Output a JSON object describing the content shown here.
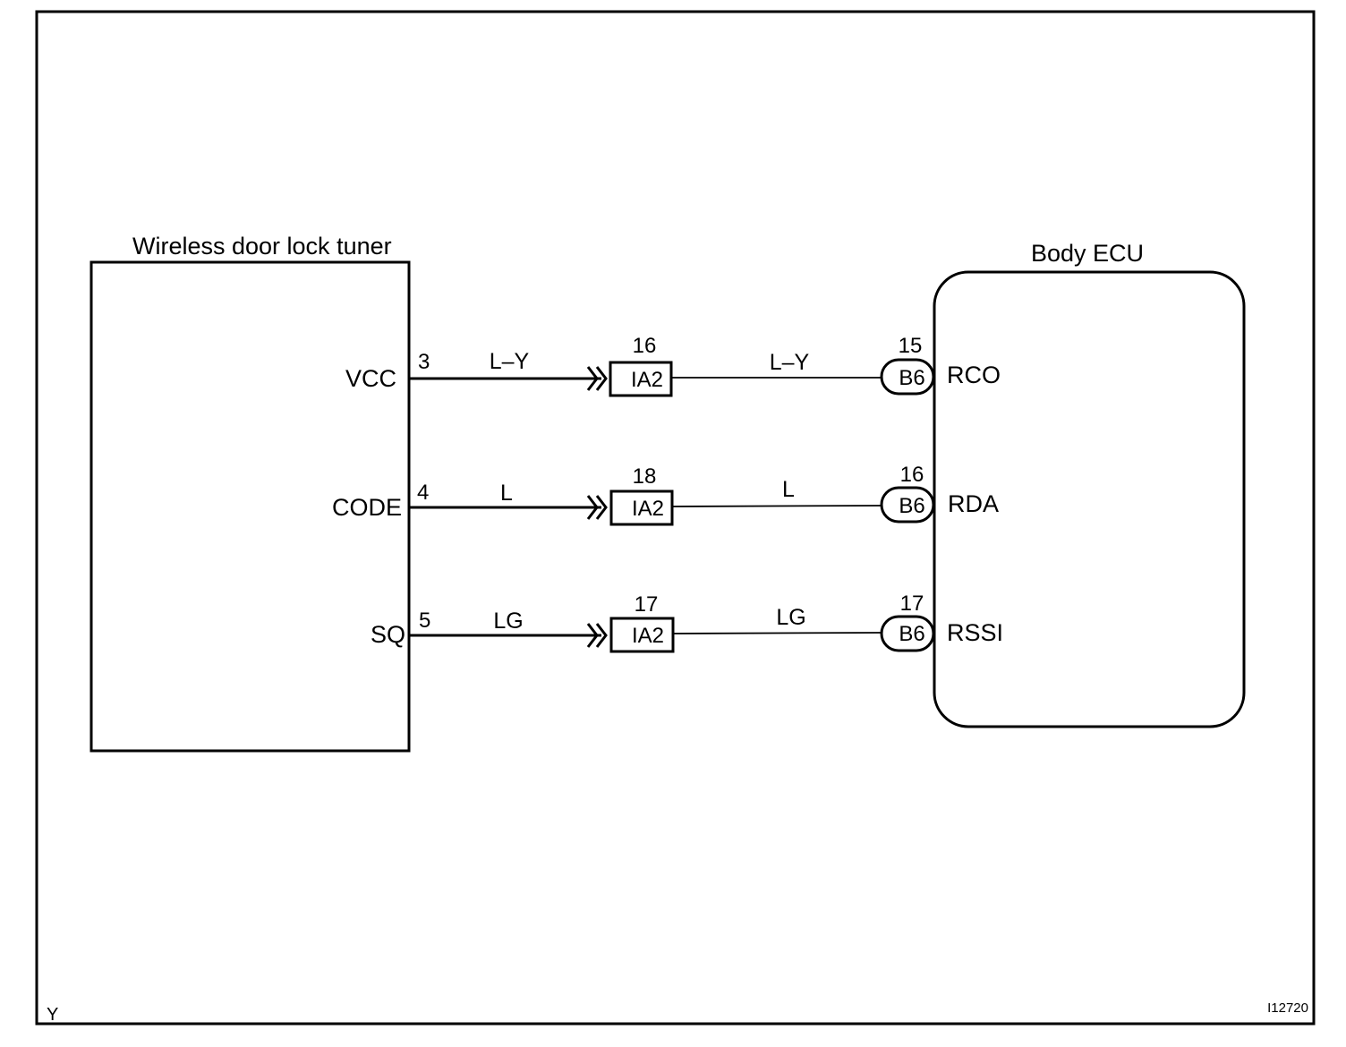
{
  "figure_id": "I12720",
  "corner_mark": "Y",
  "tuner": {
    "title": "Wireless door lock tuner"
  },
  "ecu": {
    "title": "Body ECU"
  },
  "circuits": [
    {
      "tuner_pin": "VCC",
      "tuner_terminal": "3",
      "wire_left": "L–Y",
      "junction_pin": "16",
      "junction": "IA2",
      "wire_right": "L–Y",
      "ecu_connector_pin": "15",
      "ecu_connector": "B6",
      "ecu_pin": "RCO"
    },
    {
      "tuner_pin": "CODE",
      "tuner_terminal": "4",
      "wire_left": "L",
      "junction_pin": "18",
      "junction": "IA2",
      "wire_right": "L",
      "ecu_connector_pin": "16",
      "ecu_connector": "B6",
      "ecu_pin": "RDA"
    },
    {
      "tuner_pin": "SQ",
      "tuner_terminal": "5",
      "wire_left": "LG",
      "junction_pin": "17",
      "junction": "IA2",
      "wire_right": "LG",
      "ecu_connector_pin": "17",
      "ecu_connector": "B6",
      "ecu_pin": "RSSI"
    }
  ]
}
